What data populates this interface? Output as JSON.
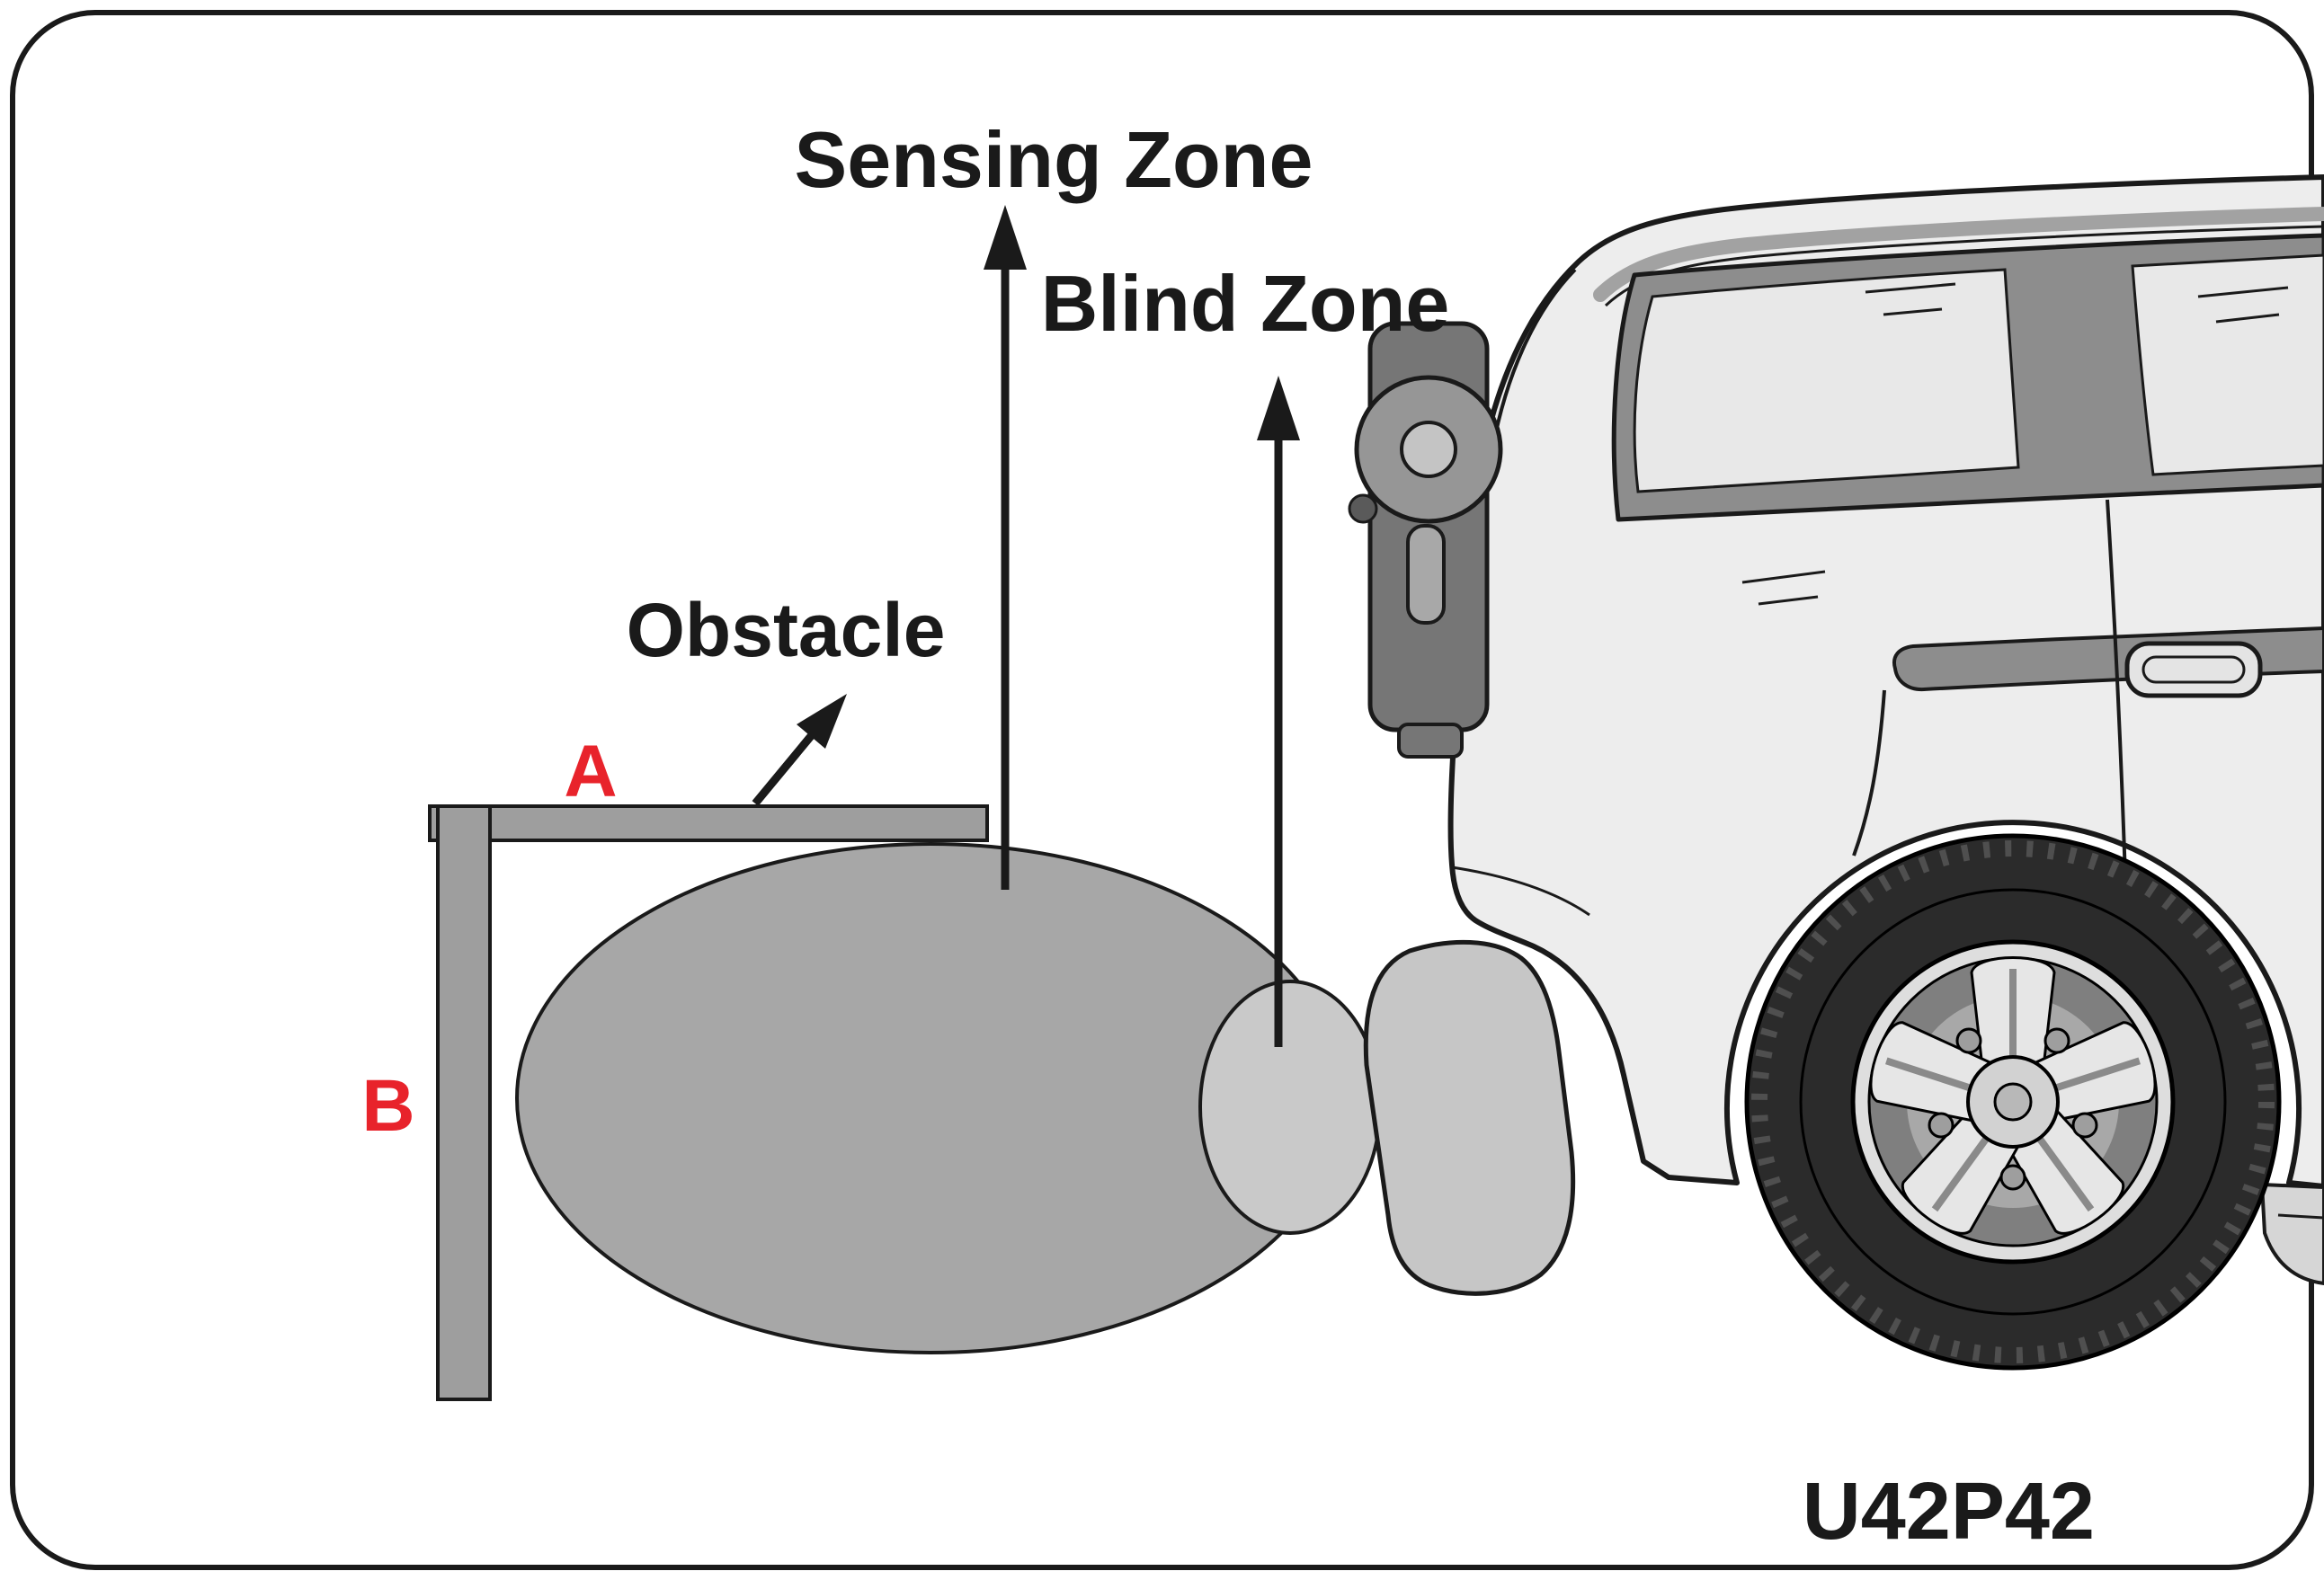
{
  "figure": {
    "code": "U42P42"
  },
  "labels": {
    "sensing_zone": "Sensing Zone",
    "blind_zone": "Blind Zone",
    "obstacle": "Obstacle",
    "dimension_a": "A",
    "dimension_b": "B"
  },
  "colors": {
    "background": "#ffffff",
    "outline": "#1a1a1a",
    "label_text": "#1a1a1a",
    "dimension_red": "#e8232b",
    "sensing_zone_fill": "#a7a7a7",
    "blind_zone_fill": "#c9c9c9",
    "obstacle_fill": "#9e9e9e",
    "car_body_fill": "#ededed",
    "window_frame_fill": "#8d8d8d",
    "glass_fill": "#e8e8e8",
    "tire_fill": "#2b2b2b",
    "rim_fill": "#dedede"
  }
}
